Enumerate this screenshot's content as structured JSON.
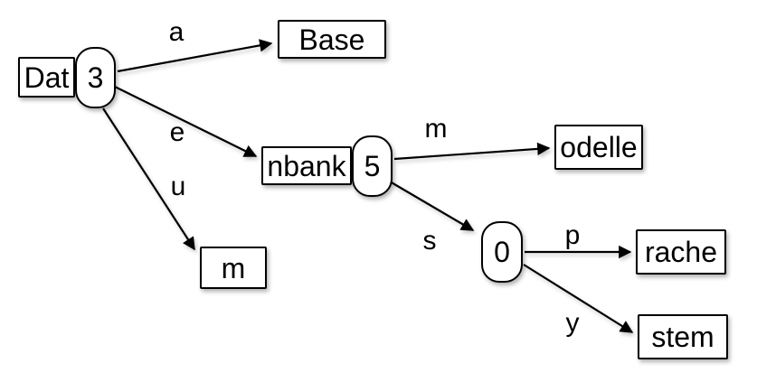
{
  "diagram": {
    "type": "radix-tree",
    "colors": {
      "stroke": "#000000",
      "node_fill": "#ffffff",
      "text": "#000000"
    },
    "nodes": [
      {
        "id": "dat",
        "kind": "box",
        "label": "Dat"
      },
      {
        "id": "count3",
        "kind": "count",
        "label": "3"
      },
      {
        "id": "base",
        "kind": "box",
        "label": "Base"
      },
      {
        "id": "m-leaf",
        "kind": "box",
        "label": "m"
      },
      {
        "id": "nbank",
        "kind": "box",
        "label": "nbank"
      },
      {
        "id": "count5",
        "kind": "count",
        "label": "5"
      },
      {
        "id": "odelle",
        "kind": "box",
        "label": "odelle"
      },
      {
        "id": "count0",
        "kind": "count",
        "label": "0"
      },
      {
        "id": "rache",
        "kind": "box",
        "label": "rache"
      },
      {
        "id": "stem",
        "kind": "box",
        "label": "stem"
      }
    ],
    "edges": [
      {
        "from": "count3",
        "to": "base",
        "label": "a"
      },
      {
        "from": "count3",
        "to": "nbank",
        "label": "e"
      },
      {
        "from": "count3",
        "to": "m-leaf",
        "label": "u"
      },
      {
        "from": "count5",
        "to": "odelle",
        "label": "m"
      },
      {
        "from": "count5",
        "to": "count0",
        "label": "s"
      },
      {
        "from": "count0",
        "to": "rache",
        "label": "p"
      },
      {
        "from": "count0",
        "to": "stem",
        "label": "y"
      }
    ]
  }
}
